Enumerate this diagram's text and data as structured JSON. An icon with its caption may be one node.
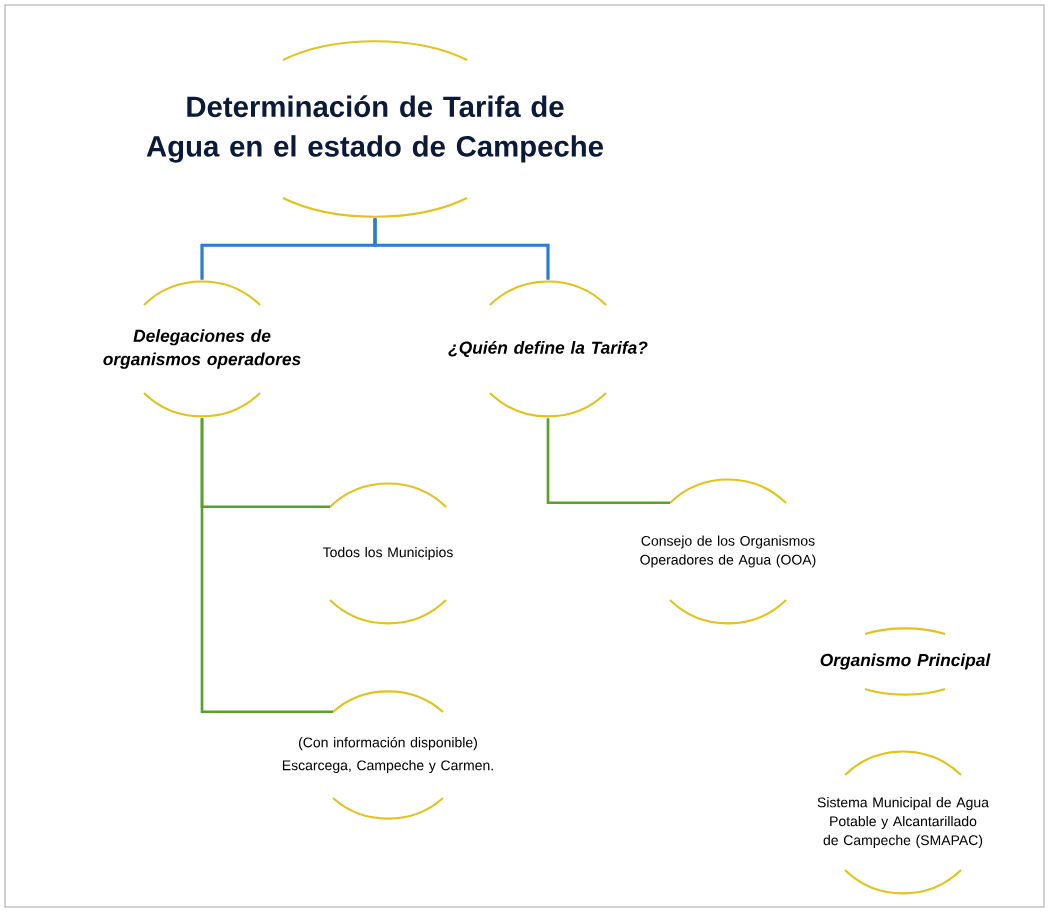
{
  "diagram": {
    "nodes": [
      {
        "text": [
          "Determinación de Tarifa de Agua en el estado de Campeche"
        ]
      },
      {
        "text": [
          "Delegaciones de organismos operadores"
        ]
      },
      {
        "text": [
          "¿Quién define la Tarifa?"
        ]
      },
      {
        "text": [
          "Todos los Municipios"
        ]
      },
      {
        "text": [
          "(Con información disponible)",
          "Escarcega, Campeche y Carmen."
        ]
      },
      {
        "text": [
          "Consejo de los Organismos Operadores de Agua (OOA)"
        ]
      },
      {
        "text": [
          "Organismo Principal"
        ]
      },
      {
        "text": [
          "Sistema Municipal de Agua Potable y Alcantarillado de Campeche (SMAPAC)"
        ]
      }
    ],
    "edges": [
      {
        "from": 0,
        "to": 1,
        "arrow": "none",
        "color": "#2a7bd4"
      },
      {
        "from": 0,
        "to": 2,
        "arrow": "none",
        "color": "#2a7bd4"
      },
      {
        "from": 1,
        "to": 3,
        "arrow": "none"
      },
      {
        "from": 1,
        "to": 4,
        "arrow": "none"
      },
      {
        "from": 2,
        "to": 5,
        "arrow": "none"
      }
    ]
  }
}
